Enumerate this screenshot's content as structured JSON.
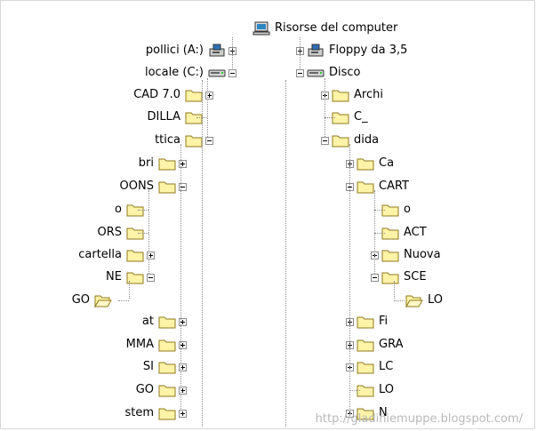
{
  "root": {
    "label": "Risorse del computer",
    "icon": "computer-icon"
  },
  "left_tree": [
    {
      "id": "pollici",
      "label": "pollici (A:)",
      "icon": "floppy-drive-icon",
      "expander": "plus"
    },
    {
      "id": "locale",
      "label": "locale (C:)",
      "icon": "hard-drive-icon",
      "expander": "minus"
    },
    {
      "id": "cad",
      "label": "CAD 7.0",
      "icon": "folder-icon",
      "expander": "plus"
    },
    {
      "id": "dilla",
      "label": "DILLA",
      "icon": "folder-icon",
      "expander": "none"
    },
    {
      "id": "ttica",
      "label": "ttica",
      "icon": "folder-icon",
      "expander": "minus"
    },
    {
      "id": "bri",
      "label": "bri",
      "icon": "folder-icon",
      "expander": "plus"
    },
    {
      "id": "oons",
      "label": "OONS",
      "icon": "folder-icon",
      "expander": "minus"
    },
    {
      "id": "o",
      "label": "o",
      "icon": "folder-icon",
      "expander": "none"
    },
    {
      "id": "ors",
      "label": "ORS",
      "icon": "folder-icon",
      "expander": "none"
    },
    {
      "id": "cartella",
      "label": "cartella",
      "icon": "folder-icon",
      "expander": "plus"
    },
    {
      "id": "ne",
      "label": "NE",
      "icon": "folder-icon",
      "expander": "minus"
    },
    {
      "id": "go-open",
      "label": "GO",
      "icon": "folder-open-icon",
      "expander": "none"
    },
    {
      "id": "at",
      "label": "at",
      "icon": "folder-icon",
      "expander": "plus"
    },
    {
      "id": "mma",
      "label": "MMA",
      "icon": "folder-icon",
      "expander": "plus"
    },
    {
      "id": "si",
      "label": "SI",
      "icon": "folder-icon",
      "expander": "plus"
    },
    {
      "id": "go",
      "label": "GO",
      "icon": "folder-icon",
      "expander": "plus"
    },
    {
      "id": "stem",
      "label": "stem",
      "icon": "folder-icon",
      "expander": "plus"
    }
  ],
  "right_tree": [
    {
      "id": "floppy",
      "label": "Floppy da 3,5",
      "icon": "floppy-drive-icon",
      "expander": "plus"
    },
    {
      "id": "disco",
      "label": "Disco",
      "icon": "hard-drive-icon",
      "expander": "minus"
    },
    {
      "id": "archi",
      "label": "Archi",
      "icon": "folder-icon",
      "expander": "plus"
    },
    {
      "id": "c_",
      "label": "C_",
      "icon": "folder-icon",
      "expander": "none"
    },
    {
      "id": "dida",
      "label": "dida",
      "icon": "folder-icon",
      "expander": "minus"
    },
    {
      "id": "ca",
      "label": "Ca",
      "icon": "folder-icon",
      "expander": "plus"
    },
    {
      "id": "cart",
      "label": "CART",
      "icon": "folder-icon",
      "expander": "minus"
    },
    {
      "id": "o2",
      "label": "o",
      "icon": "folder-icon",
      "expander": "none"
    },
    {
      "id": "act",
      "label": "ACT",
      "icon": "folder-icon",
      "expander": "none"
    },
    {
      "id": "nuova",
      "label": "Nuova",
      "icon": "folder-icon",
      "expander": "plus"
    },
    {
      "id": "sce",
      "label": "SCE",
      "icon": "folder-icon",
      "expander": "minus"
    },
    {
      "id": "lo-open",
      "label": "LO",
      "icon": "folder-open-icon",
      "expander": "none"
    },
    {
      "id": "fi",
      "label": "Fi",
      "icon": "folder-icon",
      "expander": "plus"
    },
    {
      "id": "gra",
      "label": "GRA",
      "icon": "folder-icon",
      "expander": "plus"
    },
    {
      "id": "lc",
      "label": "LC",
      "icon": "folder-icon",
      "expander": "plus"
    },
    {
      "id": "lo",
      "label": "LO",
      "icon": "folder-icon",
      "expander": "none"
    },
    {
      "id": "n",
      "label": "N",
      "icon": "folder-icon",
      "expander": "plus"
    }
  ],
  "watermark": "http://gladiniemuppe.blogspot.com/",
  "colors": {
    "folder_fill": "#fff3a8",
    "folder_stroke": "#8f7a1c",
    "tree_line": "#8c8c8c",
    "watermark": "#b9b9b9"
  }
}
